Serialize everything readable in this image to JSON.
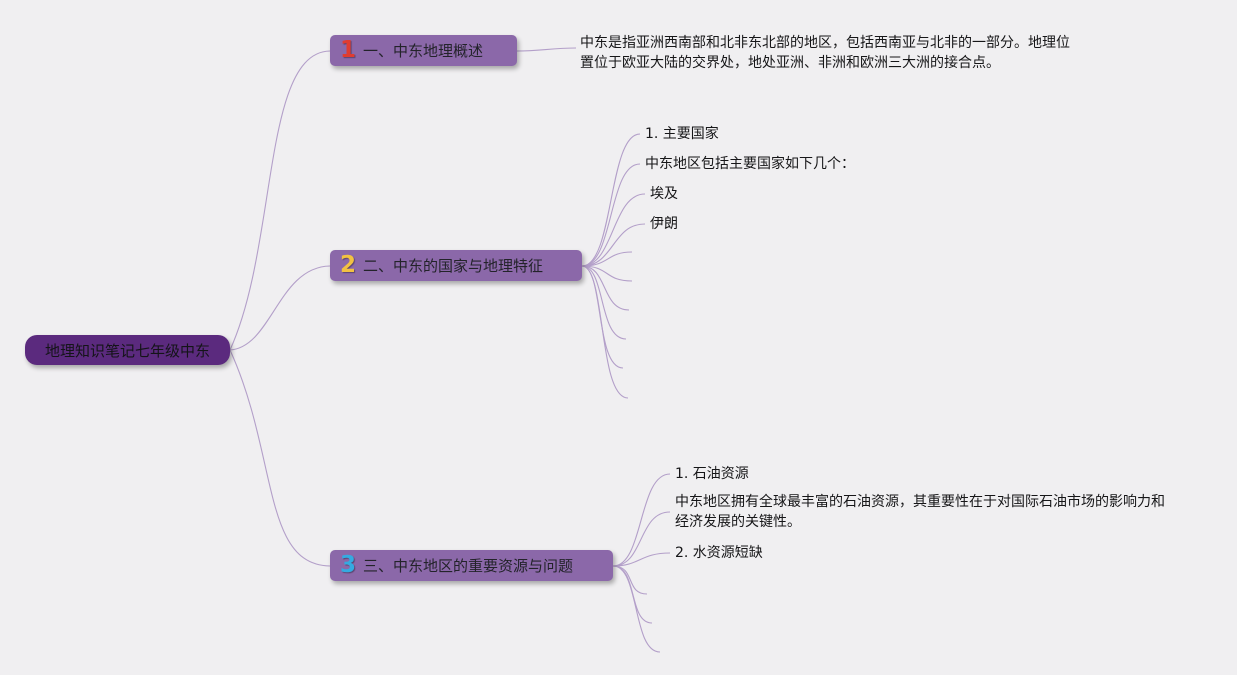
{
  "root": {
    "label": "地理知识笔记七年级中东"
  },
  "branches": [
    {
      "number": "1",
      "number_color": "#e03c31",
      "label": "一、中东地理概述",
      "children": [
        {
          "text": "中东是指亚洲西南部和北非东北部的地区，包括西南亚与北非的一部分。地理位置位于欧亚大陆的交界处，地处亚洲、非洲和欧洲三大洲的接合点。"
        }
      ]
    },
    {
      "number": "2",
      "number_color": "#f2c142",
      "label": "二、中东的国家与地理特征",
      "children": [
        {
          "text": "1. 主要国家"
        },
        {
          "text": "中东地区包括主要国家如下几个："
        },
        {
          "text": "埃及"
        },
        {
          "text": "伊朗"
        }
      ]
    },
    {
      "number": "3",
      "number_color": "#35aae1",
      "label": "三、中东地区的重要资源与问题",
      "children": [
        {
          "text": "1. 石油资源"
        },
        {
          "text": "中东地区拥有全球最丰富的石油资源，其重要性在于对国际石油市场的影响力和经济发展的关键性。"
        },
        {
          "text": "2. 水资源短缺"
        }
      ]
    }
  ],
  "colors": {
    "background": "#f0eff1",
    "root_fill": "#5b2a7e",
    "branch_fill": "#8b68a9",
    "connector": "#b39fc9"
  }
}
